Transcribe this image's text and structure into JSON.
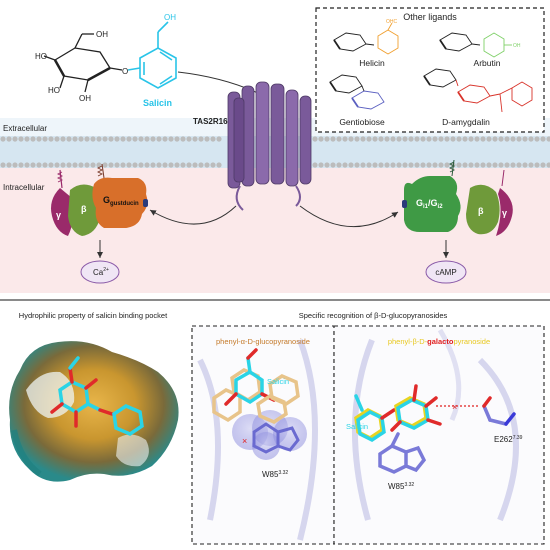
{
  "top": {
    "salicin_label": "Salicin",
    "other_ligands_title": "Other ligands",
    "ligands": [
      {
        "name": "Helicin",
        "group_label": "OHC"
      },
      {
        "name": "Arbutin",
        "group_label": "OH"
      },
      {
        "name": "Gentiobiose"
      },
      {
        "name": "D-amygdalin"
      }
    ],
    "receptor_label": "TAS2R16",
    "extracellular_label": "Extracellular",
    "intracellular_label": "Intracellular",
    "g_left": {
      "alpha_main": "G",
      "alpha_sub": "gustducin",
      "beta": "β",
      "gamma": "γ",
      "output_main": "Ca",
      "output_sup": "2+"
    },
    "g_right": {
      "alpha_main": "G",
      "alpha_sub1": "i1",
      "sep": "/G",
      "alpha_sub2": "i2",
      "beta": "β",
      "gamma": "γ",
      "output": "cAMP"
    }
  },
  "bottom": {
    "left_title": "Hydrophilic property of salicin binding pocket",
    "right_title": "Specific recognition of β-D-glucopyranosides",
    "panel1": {
      "title": "phenyl-α-D-glucopyranoside",
      "salicin": "Salicin",
      "residue_main": "W85",
      "residue_sup": "3.32"
    },
    "panel2": {
      "title_a": "phenyl-β-D-",
      "title_b": "galacto",
      "title_c": "pyranoside",
      "salicin": "Salicin",
      "residue1_main": "W85",
      "residue1_sup": "3.32",
      "residue2_main": "E262",
      "residue2_sup": "7.39"
    }
  },
  "colors": {
    "salicin_cyan": "#29c4e8",
    "helicin_orange": "#f0a030",
    "arbutin_green": "#7fd068",
    "gentiobiose_blue": "#5a5fc0",
    "amygdalin_red": "#d8332a",
    "receptor_purple": "#7a5a9a",
    "gustducin_orange": "#d86f2a",
    "gi_green": "#3f9a45",
    "beta_green": "#6f9a3a",
    "gamma_magenta": "#9a2a6a",
    "membrane_blue": "#c5dbea",
    "cytoplasm_pink": "#f8e1e3",
    "extracellular_blue": "#e9f2f8",
    "alpha_title": "#c47a2a",
    "galacto_yellow": "#e8c820",
    "galacto_red": "#e02020"
  }
}
